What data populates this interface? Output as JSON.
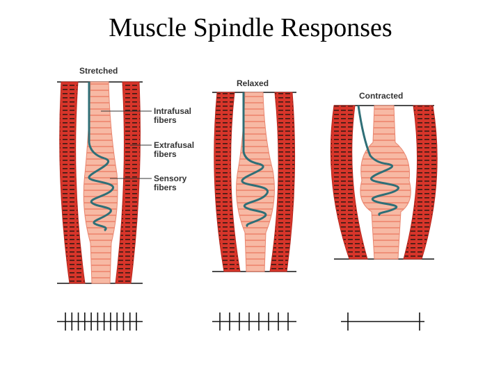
{
  "title": "Muscle Spindle Responses",
  "states": {
    "stretched": "Stretched",
    "relaxed": "Relaxed",
    "contracted": "Contracted"
  },
  "labels": {
    "intrafusal": "Intrafusal\nfibers",
    "extrafusal": "Extrafusal\nfibers",
    "sensory": "Sensory\nfibers"
  },
  "firing": {
    "stretched_spikes": 12,
    "relaxed_spikes": 8,
    "contracted_spikes": 2
  },
  "colors": {
    "extrafusal_red": "#d7352a",
    "striation": "#3a1a14",
    "intrafusal_pink": "#f2a088",
    "nerve_teal": "#2f6f77"
  }
}
